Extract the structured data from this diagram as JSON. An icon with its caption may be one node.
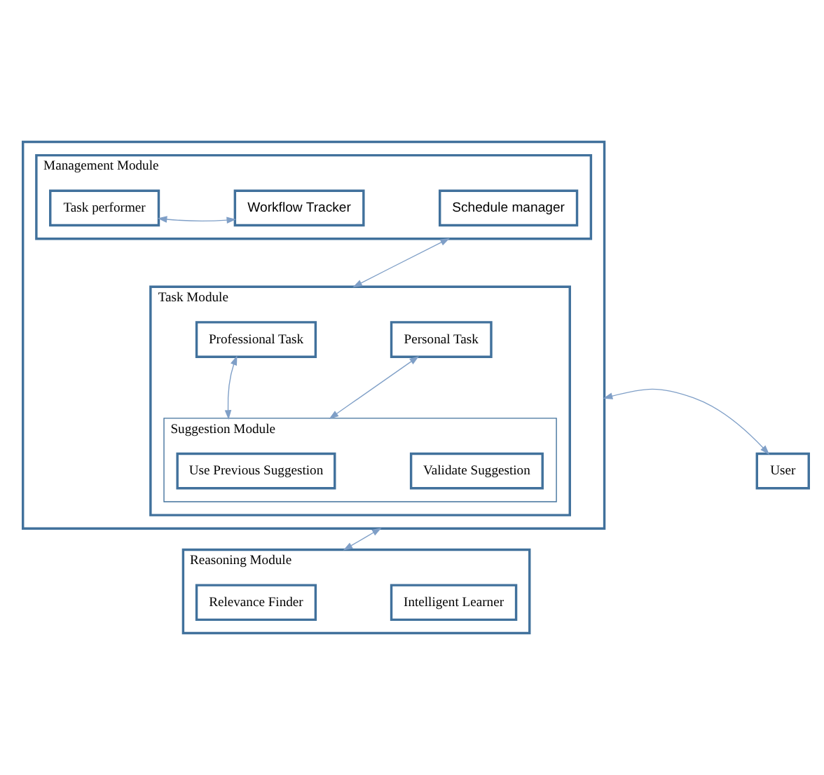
{
  "diagram": {
    "nodes": [
      {
        "text": [],
        "shape": "box"
      },
      {
        "text": [
          "Management Module"
        ],
        "in": 0
      },
      {
        "text": [
          "Task performer"
        ],
        "in": 1
      },
      {
        "text": [
          "Workflow Tracker"
        ],
        "in": 1
      },
      {
        "text": [
          "Schedule manager"
        ],
        "in": 1
      },
      {
        "text": [
          "Task Module"
        ],
        "in": 0
      },
      {
        "text": [
          "Professional Task"
        ],
        "in": 5
      },
      {
        "text": [
          "Personal Task"
        ],
        "in": 5
      },
      {
        "text": [
          "Suggestion Module"
        ],
        "in": 5
      },
      {
        "text": [
          "Use Previous Suggestion"
        ],
        "in": 8
      },
      {
        "text": [
          "Validate Suggestion"
        ],
        "in": 8
      },
      {
        "text": [
          "User"
        ]
      },
      {
        "text": [
          "Reasoning Module"
        ]
      },
      {
        "text": [
          "Relevance Finder"
        ],
        "in": 12
      },
      {
        "text": [
          "Intelligent Learner"
        ],
        "in": 12
      }
    ],
    "edges": [
      {
        "from": 2,
        "to": 3,
        "arrow": "both"
      },
      {
        "from": 1,
        "to": 5,
        "arrow": "both"
      },
      {
        "from": 6,
        "to": 8,
        "arrow": "both"
      },
      {
        "from": 7,
        "to": 8,
        "arrow": "both"
      },
      {
        "from": 0,
        "to": 11,
        "arrow": "both"
      },
      {
        "from": 0,
        "to": 12,
        "arrow": "both"
      }
    ]
  }
}
